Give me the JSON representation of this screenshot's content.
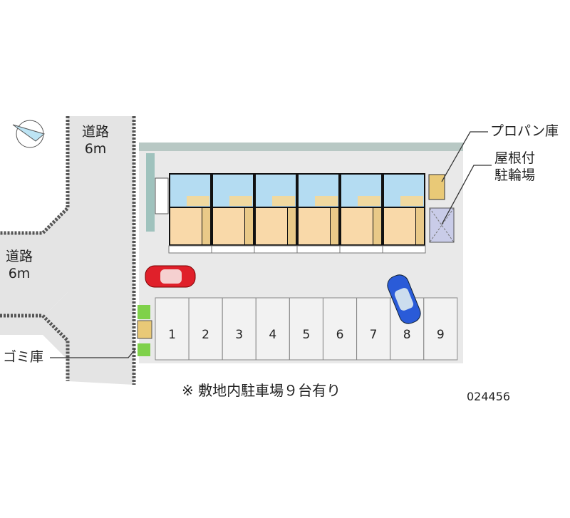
{
  "labels": {
    "road_top": [
      "道路",
      "6m"
    ],
    "road_left": [
      "道路",
      "6m"
    ],
    "propane": "プロパン庫",
    "bicycle": [
      "屋根付",
      "駐輪場"
    ],
    "garbage": "ゴミ庫",
    "note": "※ 敷地内駐車場９台有り",
    "code": "024456"
  },
  "parking": [
    "1",
    "2",
    "3",
    "4",
    "5",
    "6",
    "7",
    "8",
    "9"
  ],
  "units": 6,
  "colors": {
    "road": "#e4e4e4",
    "lot": "#e9e9e9",
    "wet": "#b4dcf2",
    "room": "#f9d9a9",
    "red_car": "#e0202a",
    "blue_car": "#2a5bd8"
  }
}
